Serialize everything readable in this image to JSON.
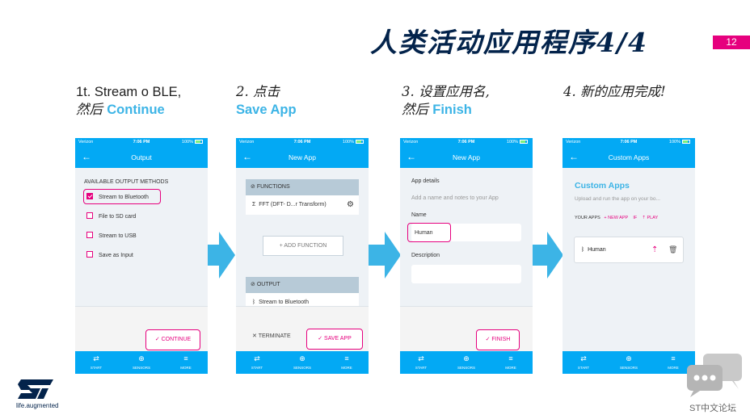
{
  "slide": {
    "title": "人类活动应用程序4/4",
    "page": "12"
  },
  "steps": [
    {
      "line1": "1t. Stream o BLE,",
      "line2_prefix": "然后 ",
      "line2_accent": "Continue"
    },
    {
      "line1": "2. 点击",
      "line2_prefix": "",
      "line2_accent": "Save App"
    },
    {
      "line1": "3. 设置应用名,",
      "line2_prefix": "然后 ",
      "line2_accent": "Finish"
    },
    {
      "line1": "4. 新的应用完成!",
      "line2_prefix": "",
      "line2_accent": ""
    }
  ],
  "status_bar": {
    "carrier": "Verizon",
    "time": "7:06 PM",
    "battery": "100%"
  },
  "tabs": [
    "START",
    "SENSORS",
    "MORE"
  ],
  "screen1": {
    "title": "Output",
    "section": "AVAILABLE OUTPUT METHODS",
    "options": [
      {
        "label": "Stream to Bluetooth",
        "checked": true
      },
      {
        "label": "File to SD card",
        "checked": false
      },
      {
        "label": "Stream to USB",
        "checked": false
      },
      {
        "label": "Save as Input",
        "checked": false
      }
    ],
    "continue_label": "CONTINUE"
  },
  "screen2": {
    "title": "New App",
    "functions_label": "FUNCTIONS",
    "function_item": "FFT (DFT- D...r Transform)",
    "add_function": "+ ADD FUNCTION",
    "output_label": "OUTPUT",
    "output_item": "Stream to Bluetooth",
    "terminate": "TERMINATE",
    "save_app": "SAVE APP"
  },
  "screen3": {
    "title": "New App",
    "details_label": "App details",
    "details_hint": "Add a name and notes to your App",
    "name_label": "Name",
    "name_value": "Human",
    "description_label": "Description",
    "finish": "FINISH"
  },
  "screen4": {
    "title": "Custom Apps",
    "heading": "Custom Apps",
    "subtitle": "Upload and run the app on your bo...",
    "your_apps": "YOUR APPS",
    "new_app": "+ NEW APP",
    "if_label": "IF",
    "play": "PLAY",
    "app_name": "Human"
  },
  "branding": {
    "logo_tagline": "life.augmented",
    "forum": "ST中文论坛"
  },
  "colors": {
    "accent_blue": "#03a9f4",
    "st_pink": "#e6007e",
    "st_light_blue": "#3cb4e6",
    "st_dark_blue": "#03234b"
  }
}
